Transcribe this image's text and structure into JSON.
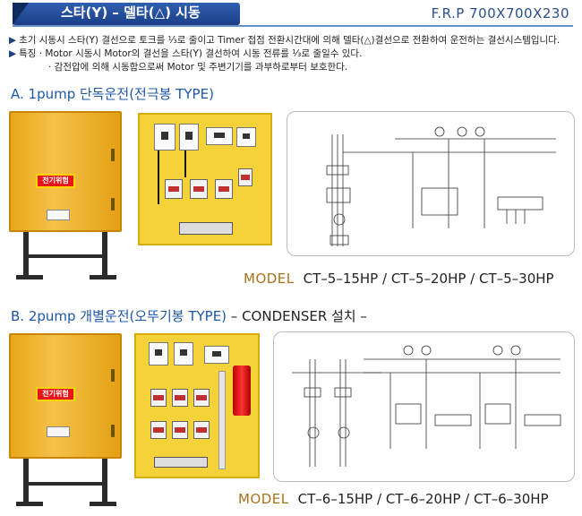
{
  "header": {
    "title": "스타(Y) – 델타(△) 시동",
    "spec": "F.R.P 700X700X230"
  },
  "description": {
    "line1": "초기 시동시 스타(Y) 결선으로 토크를 ⅓로 줄이고 Timer 접점 전환시간대에 의해 델타(△)결선으로 전환하여 운전하는 결선시스템입니다.",
    "line2": "특징  · Motor 시동시 Motor의 결선을 스타(Y) 결선하여 시동 전류를 ⅓로 줄일수 있다.",
    "line3": "· 감전압에 의해 시동함으로써 Motor 및 주변기기를 과부하로부터 보호한다."
  },
  "sectionA": {
    "title": "A. 1pump 단독운전(전극봉 TYPE)",
    "warning_label": "전기위험",
    "model_label": "MODEL",
    "model_values": "CT–5–15HP / CT–5–20HP / CT–5–30HP"
  },
  "sectionB": {
    "title": "B. 2pump 개별운전(오뚜기봉 TYPE)",
    "title_tail": " – CONDENSER 설치 –",
    "warning_label": "전기위험",
    "model_label": "MODEL",
    "model_values": "CT–6–15HP / CT–6–20HP / CT–6–30HP"
  }
}
